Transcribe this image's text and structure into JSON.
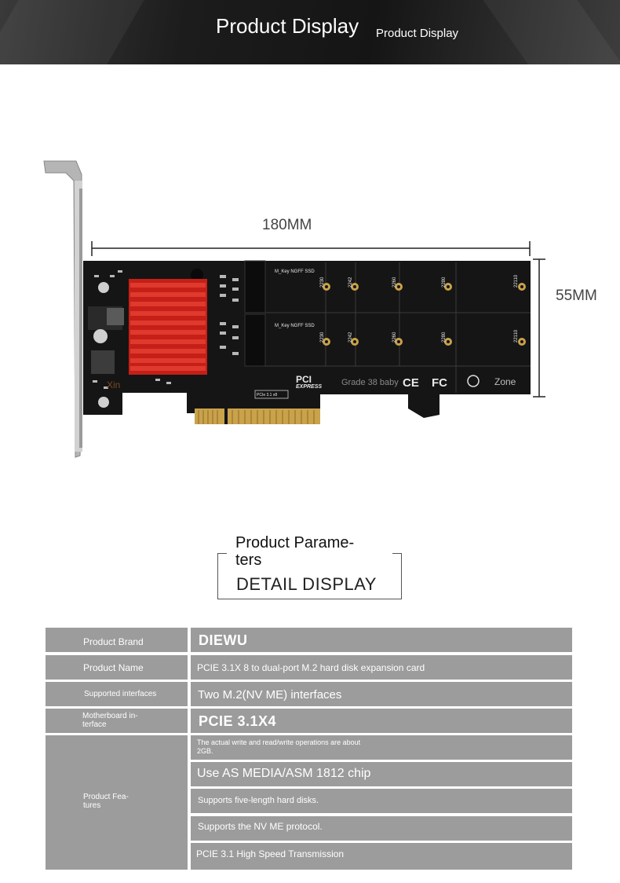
{
  "header": {
    "title": "Product Display",
    "subtitle": "Product Display"
  },
  "product_image": {
    "width_label": "180MM",
    "height_label": "55MM",
    "card_text": {
      "mkey_top": "M_Key NGFF SSD",
      "mkey_bottom": "M_Key NGFF SSD",
      "sizes": [
        "2230",
        "2242",
        "2260",
        "2280",
        "22110"
      ],
      "pci": "PCI",
      "express": "EXPRESS",
      "grade": "Grade 38 baby",
      "ce": "CE",
      "fc": "FC",
      "zone": "Zone",
      "pcie_tag": "PCIe 3.1 x8",
      "xin": "Xin"
    }
  },
  "parameters": {
    "title": "Product Parame- ters",
    "detail": "DETAIL DISPLAY"
  },
  "table": {
    "rows": [
      {
        "label": "Product Brand",
        "value": "DIEWU"
      },
      {
        "label": "Product Name",
        "value": "PCIE 3.1X 8 to dual-port M.2 hard disk expansion card"
      },
      {
        "label": "Supported interfaces",
        "value": "Two M.2(NV ME) interfaces"
      },
      {
        "label": "Motherboard in- terface",
        "value": "PCIE 3.1X4"
      }
    ],
    "features_label": "Product Fea- tures",
    "features": [
      "The actual write and read/write operations are about 2GB.",
      "Use AS MEDIA/ASM 1812 chip",
      "Supports five-length hard disks.",
      "Supports the NV ME protocol.",
      "PCIE 3.1 High Speed Transmission"
    ]
  },
  "colors": {
    "banner": "#1c1c1c",
    "table_cell": "#9c9c9c",
    "heatsink": "#d2261c",
    "pcb": "#141414",
    "gold": "#c9a24a"
  }
}
